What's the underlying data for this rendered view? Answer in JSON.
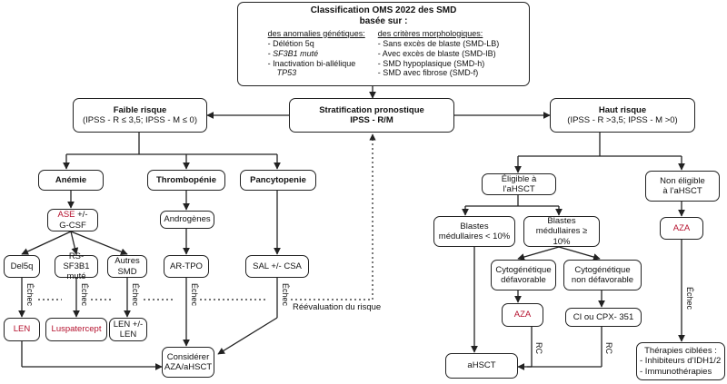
{
  "top": {
    "title": "Classification OMS 2022 des SMD",
    "subtitle": "basée sur :",
    "left_head": "des anomalies génétiques:",
    "left_items": [
      "-  Délétion 5q",
      "-  SF3B1 muté",
      "-  Inactivation bi-allélique",
      "    TP53"
    ],
    "right_head": "des critères morphologiques:",
    "right_items": [
      "-  Sans excès de blaste (SMD-LB)",
      "-  Avec excès de blaste (SMD-IB)",
      "-  SMD hypoplasique (SMD-h)",
      "-  SMD avec fibrose (SMD-f)"
    ]
  },
  "strat": {
    "line1": "Stratification pronostique",
    "line2": "IPSS - R/M"
  },
  "faible": {
    "line1": "Faible risque",
    "line2": "(IPSS - R ≤ 3,5; IPSS - M ≤ 0)"
  },
  "haut": {
    "line1": "Haut risque",
    "line2": "(IPSS - R >3,5; IPSS - M >0)"
  },
  "anemie": "Anémie",
  "thrombo": "Thrombopénie",
  "pancyto": "Pancytopenie",
  "ase": {
    "red": "ASE",
    "rest": " +/-",
    "line2": "G-CSF"
  },
  "del5q": "Del5q",
  "rs": {
    "line1": "RS-SF3B1",
    "line2": "muté"
  },
  "autres": {
    "line1": "Autres",
    "line2": "SMD"
  },
  "androgenes": "Androgènes",
  "artpo": "AR-TPO",
  "sal": "SAL +/- CSA",
  "len": "LEN",
  "luspa": "Luspatercept",
  "lenplus": {
    "line1": "LEN +/-",
    "line2": "LEN"
  },
  "considerer": {
    "line1": "Considérer",
    "line2": "AZA/aHSCT"
  },
  "echec": "Échec",
  "reeval": "Réévaluation du risque",
  "eligible": "Éligible à l’aHSCT",
  "noneligible": {
    "line1": "Non éligible",
    "line2": "à l’aHSCT"
  },
  "blastes_low": {
    "line1": "Blastes",
    "line2": "médullaires < 10%"
  },
  "blastes_high": {
    "line1": "Blastes",
    "line2": "médullaires ≥ 10%"
  },
  "cyto_def": {
    "line1": "Cytogénétique",
    "line2": "défavorable"
  },
  "cyto_nondef": {
    "line1": "Cytogénétique",
    "line2": "non défavorable"
  },
  "aza": "AZA",
  "aza2": "AZA",
  "ci": "CI ou CPX- 351",
  "ahsct": "aHSCT",
  "rc": "RC",
  "therapies": {
    "line1": "Thérapies ciblées :",
    "line2": "-  Inhibiteurs d’IDH1/2",
    "line3": "-  Immunothérapies"
  },
  "colors": {
    "red": "#b5122e",
    "line": "#222222"
  }
}
